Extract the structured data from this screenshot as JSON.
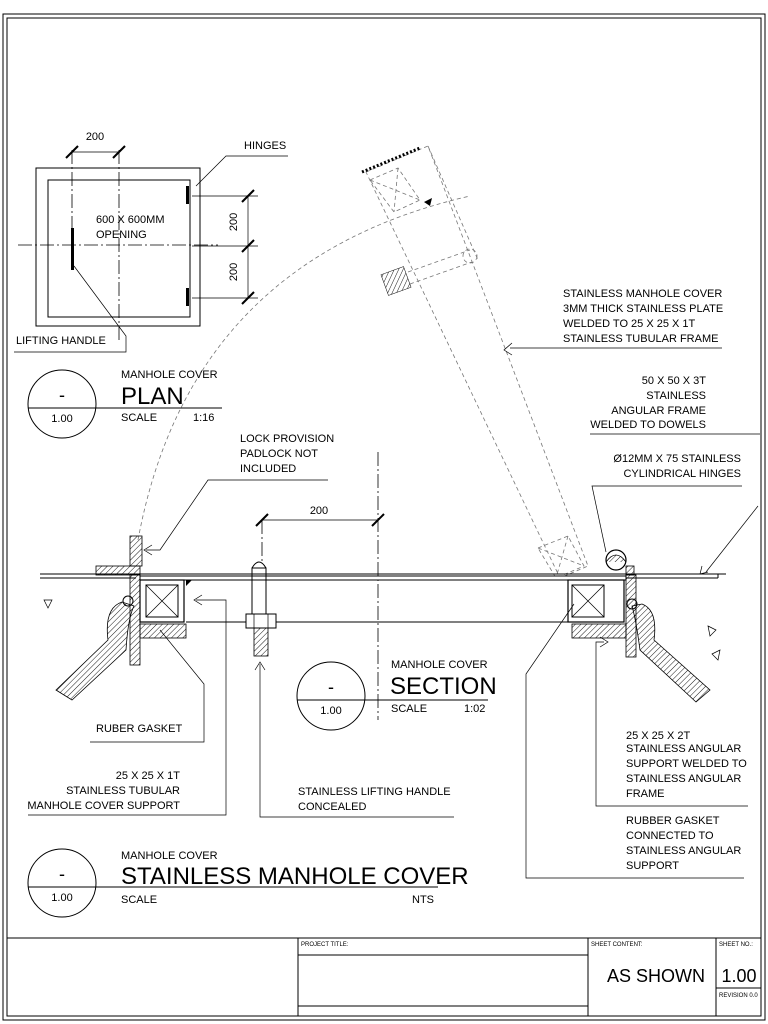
{
  "plan_view": {
    "dim_200_top": "200",
    "hinges_label": "HINGES",
    "opening_lines": [
      "600 X 600MM",
      "OPENING"
    ],
    "dim_200_right_a": "200",
    "dim_200_right_b": "200",
    "lifting_handle_label": "LIFTING HANDLE",
    "tag": {
      "title_small": "MANHOLE COVER",
      "title_large": "PLAN",
      "scale_label": "SCALE",
      "scale_value": "1:16",
      "symbol_top": "-",
      "symbol_bottom": "1.00"
    }
  },
  "section_view": {
    "cover_note": [
      "STAINLESS MANHOLE COVER",
      "3MM THICK STAINLESS PLATE",
      "WELDED TO 25 X 25 X 1T",
      "STAINLESS TUBULAR FRAME"
    ],
    "angular_frame_note": [
      "50 X 50 X 3T",
      "STAINLESS",
      "ANGULAR FRAME",
      "WELDED TO DOWELS"
    ],
    "hinges_note": [
      "Ø12MM X 75 STAINLESS",
      "CYLINDRICAL HINGES"
    ],
    "lock_note": [
      "LOCK PROVISION",
      "PADLOCK NOT",
      "INCLUDED"
    ],
    "dim_200": "200",
    "gasket_left_note": "RUBER GASKET",
    "tubular_support_note": [
      "25 X 25 X 1T",
      "STAINLESS TUBULAR",
      "MANHOLE COVER SUPPORT"
    ],
    "lifting_handle_note": [
      "STAINLESS LIFTING HANDLE",
      "CONCEALED"
    ],
    "angular_support_note": [
      "25 X 25 X 2T",
      "STAINLESS ANGULAR",
      "SUPPORT WELDED TO",
      "STAINLESS ANGULAR",
      "FRAME"
    ],
    "gasket_right_note": [
      "RUBBER GASKET",
      "CONNECTED TO",
      "STAINLESS ANGULAR",
      "SUPPORT"
    ],
    "tag": {
      "title_small": "MANHOLE COVER",
      "title_large": "SECTION",
      "scale_label": "SCALE",
      "scale_value": "1:02",
      "symbol_top": "-",
      "symbol_bottom": "1.00"
    }
  },
  "drawing_title": {
    "title_small": "MANHOLE COVER",
    "title_large": "STAINLESS MANHOLE COVER",
    "scale_label": "SCALE",
    "scale_value": "NTS",
    "symbol_top": "-",
    "symbol_bottom": "1.00"
  },
  "title_block": {
    "project_title_label": "PROJECT TITLE:",
    "sheet_content_label": "SHEET CONTENT:",
    "sheet_no_label": "SHEET NO.:",
    "sheet_content_value": "AS SHOWN",
    "sheet_no_value": "1.00",
    "revision": "REVISION 0.0"
  }
}
